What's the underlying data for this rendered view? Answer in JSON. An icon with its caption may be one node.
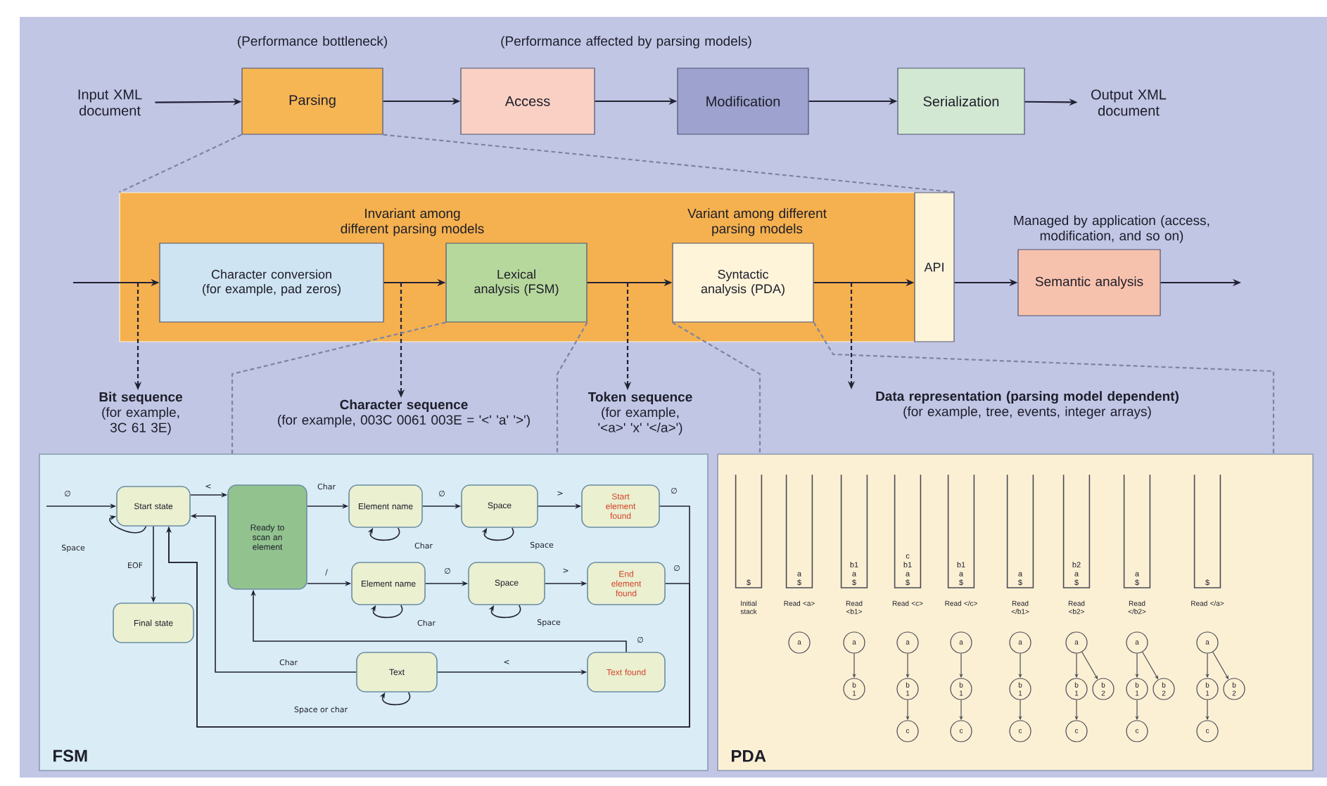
{
  "diagram": {
    "nodes": [
      {
        "text": [
          "Input XML document"
        ]
      },
      {
        "text": [
          "Parsing"
        ],
        "beside": [
          "(Performance bottleneck)"
        ]
      },
      {
        "text": [
          "Access"
        ],
        "beside": [
          "(Performance affected by parsing models)"
        ]
      },
      {
        "text": [
          "Modification"
        ]
      },
      {
        "text": [
          "Serialization"
        ]
      },
      {
        "text": [
          "Output XML document"
        ]
      },
      {
        "text": [
          "Invariant among different parsing models",
          "Variant among different parsing models"
        ]
      },
      {
        "text": [
          "Character conversion (for example, pad zeros)"
        ],
        "in": 6
      },
      {
        "text": [
          "Lexical analysis (FSM)"
        ],
        "in": 6
      },
      {
        "text": [
          "Syntactic analysis (PDA)"
        ],
        "in": 6
      },
      {
        "text": [
          "API"
        ],
        "in": 6
      },
      {
        "text": [
          "Semantic analysis"
        ],
        "beside": [
          "Managed by application (access, modification, and so on)"
        ]
      },
      {
        "text": [
          "Bit sequence",
          "(for example, 3C 61 3E)"
        ]
      },
      {
        "text": [
          "Character sequence",
          "(for example, 003C 0061 003E = '<' 'a' '>')"
        ]
      },
      {
        "text": [
          "Token sequence",
          "(for example, '<a>' 'x' '</a>')"
        ]
      },
      {
        "text": [
          "Data representation (parsing model dependent)",
          "(for example, tree, events, integer arrays)"
        ]
      },
      {
        "text": [
          "FSM"
        ]
      },
      {
        "text": [
          "Start state"
        ],
        "in": 16
      },
      {
        "text": [
          "Ready to scan an element"
        ],
        "in": 16
      },
      {
        "text": [
          "Element name"
        ],
        "in": 16
      },
      {
        "text": [
          "Space"
        ],
        "in": 16
      },
      {
        "text": [
          "Start element found"
        ],
        "in": 16
      },
      {
        "text": [
          "Element name"
        ],
        "in": 16
      },
      {
        "text": [
          "Space"
        ],
        "in": 16
      },
      {
        "text": [
          "End element found"
        ],
        "in": 16
      },
      {
        "text": [
          "Final state"
        ],
        "in": 16
      },
      {
        "text": [
          "Text"
        ],
        "in": 16
      },
      {
        "text": [
          "Text found"
        ],
        "in": 16
      },
      {
        "text": [
          "PDA"
        ]
      },
      {
        "text": [
          "$"
        ],
        "in": 28,
        "beside": [
          "Initial stack"
        ]
      },
      {
        "text": [
          "a",
          "$"
        ],
        "in": 28,
        "beside": [
          "Read <a>"
        ]
      },
      {
        "text": [
          "b1",
          "a",
          "$"
        ],
        "in": 28,
        "beside": [
          "Read <b1>"
        ]
      },
      {
        "text": [
          "c",
          "b1",
          "a",
          "$"
        ],
        "in": 28,
        "beside": [
          "Read <c>"
        ]
      },
      {
        "text": [
          "b1",
          "a",
          "$"
        ],
        "in": 28,
        "beside": [
          "Read </c>"
        ]
      },
      {
        "text": [
          "a",
          "$"
        ],
        "in": 28,
        "beside": [
          "Read </b1>"
        ]
      },
      {
        "text": [
          "b2",
          "a",
          "$"
        ],
        "in": 28,
        "beside": [
          "Read <b2>"
        ]
      },
      {
        "text": [
          "a",
          "$"
        ],
        "in": 28,
        "beside": [
          "Read </b2>"
        ]
      },
      {
        "text": [
          "$"
        ],
        "in": 28,
        "beside": [
          "Read </a>"
        ]
      },
      {
        "text": [
          "a"
        ],
        "in": 28
      },
      {
        "text": [
          "a"
        ],
        "in": 28
      },
      {
        "text": [
          "b 1"
        ],
        "in": 28
      },
      {
        "text": [
          "a"
        ],
        "in": 28
      },
      {
        "text": [
          "b 1"
        ],
        "in": 28
      },
      {
        "text": [
          "c"
        ],
        "in": 28
      },
      {
        "text": [
          "a"
        ],
        "in": 28
      },
      {
        "text": [
          "b 1"
        ],
        "in": 28
      },
      {
        "text": [
          "c"
        ],
        "in": 28
      },
      {
        "text": [
          "a"
        ],
        "in": 28
      },
      {
        "text": [
          "b 1"
        ],
        "in": 28
      },
      {
        "text": [
          "c"
        ],
        "in": 28
      },
      {
        "text": [
          "a"
        ],
        "in": 28
      },
      {
        "text": [
          "b 1"
        ],
        "in": 28
      },
      {
        "text": [
          "b 2"
        ],
        "in": 28
      },
      {
        "text": [
          "c"
        ],
        "in": 28
      },
      {
        "text": [
          "a"
        ],
        "in": 28
      },
      {
        "text": [
          "b 1"
        ],
        "in": 28
      },
      {
        "text": [
          "b 2"
        ],
        "in": 28
      },
      {
        "text": [
          "c"
        ],
        "in": 28
      },
      {
        "text": [
          "a"
        ],
        "in": 28
      },
      {
        "text": [
          "b 1"
        ],
        "in": 28
      },
      {
        "text": [
          "b 2"
        ],
        "in": 28
      },
      {
        "text": [
          "c"
        ],
        "in": 28
      }
    ],
    "edges": [
      {
        "from": 0,
        "to": 1,
        "arrow": "to"
      },
      {
        "from": 1,
        "to": 2,
        "arrow": "to"
      },
      {
        "from": 2,
        "to": 3,
        "arrow": "to"
      },
      {
        "from": 3,
        "to": 4,
        "arrow": "to"
      },
      {
        "from": 4,
        "to": 5,
        "arrow": "to"
      },
      {
        "from": null,
        "to": 7,
        "arrow": "to"
      },
      {
        "from": 7,
        "to": 8,
        "arrow": "to"
      },
      {
        "from": 8,
        "to": 9,
        "arrow": "to"
      },
      {
        "from": 9,
        "to": 10,
        "arrow": "to"
      },
      {
        "from": 10,
        "to": 11,
        "arrow": "to"
      },
      {
        "from": 11,
        "to": null,
        "arrow": "to"
      },
      {
        "from": null,
        "to": 12,
        "arrow": "to",
        "style": "dashed"
      },
      {
        "from": null,
        "to": 13,
        "arrow": "to",
        "style": "dashed"
      },
      {
        "from": null,
        "to": 14,
        "arrow": "to",
        "style": "dashed"
      },
      {
        "from": null,
        "to": 15,
        "arrow": "to",
        "style": "dashed"
      },
      {
        "from": 1,
        "to": 6,
        "arrow": "none",
        "style": "dashed",
        "color": "#7c84a6"
      },
      {
        "from": 1,
        "to": 6,
        "arrow": "none",
        "style": "dashed",
        "color": "#7c84a6"
      },
      {
        "from": 8,
        "to": 16,
        "arrow": "none",
        "style": "dashed",
        "color": "#7c84a6"
      },
      {
        "from": 8,
        "to": 16,
        "arrow": "none",
        "style": "dashed",
        "color": "#7c84a6"
      },
      {
        "from": 9,
        "to": 28,
        "arrow": "none",
        "style": "dashed",
        "color": "#7c84a6"
      },
      {
        "from": 9,
        "to": 28,
        "arrow": "none",
        "style": "dashed",
        "color": "#7c84a6"
      },
      {
        "from": null,
        "to": 17,
        "arrow": "to",
        "label": "∅"
      },
      {
        "from": 17,
        "to": 17,
        "arrow": "to",
        "label": "Space"
      },
      {
        "from": 17,
        "to": 18,
        "arrow": "to",
        "label": "<"
      },
      {
        "from": 17,
        "to": 25,
        "arrow": "to",
        "label": "EOF"
      },
      {
        "from": 18,
        "to": 19,
        "arrow": "to",
        "label": "Char"
      },
      {
        "from": 18,
        "to": 22,
        "arrow": "to",
        "label": "/"
      },
      {
        "from": 19,
        "to": 19,
        "arrow": "to",
        "label": "Char"
      },
      {
        "from": 19,
        "to": 20,
        "arrow": "to",
        "label": "∅"
      },
      {
        "from": 20,
        "to": 20,
        "arrow": "to",
        "label": "Space"
      },
      {
        "from": 20,
        "to": 21,
        "arrow": "to",
        "label": ">"
      },
      {
        "from": 21,
        "to": 17,
        "arrow": "to",
        "label": "∅"
      },
      {
        "from": 22,
        "to": 22,
        "arrow": "to",
        "label": "Char"
      },
      {
        "from": 22,
        "to": 23,
        "arrow": "to",
        "label": "∅"
      },
      {
        "from": 23,
        "to": 23,
        "arrow": "to",
        "label": "Space"
      },
      {
        "from": 23,
        "to": 24,
        "arrow": "to",
        "label": ">"
      },
      {
        "from": 24,
        "to": 17,
        "arrow": "to",
        "label": "∅"
      },
      {
        "from": 26,
        "to": 26,
        "arrow": "to",
        "label": "Space or char"
      },
      {
        "from": 26,
        "to": 27,
        "arrow": "to",
        "label": "<"
      },
      {
        "from": 26,
        "to": 17,
        "arrow": "to",
        "label": "Char"
      },
      {
        "from": 27,
        "to": 18,
        "arrow": "to",
        "label": "∅"
      },
      {
        "from": 39,
        "to": 40,
        "arrow": "to"
      },
      {
        "from": 41,
        "to": 42,
        "arrow": "to"
      },
      {
        "from": 42,
        "to": 43,
        "arrow": "to"
      },
      {
        "from": 44,
        "to": 45,
        "arrow": "to"
      },
      {
        "from": 45,
        "to": 46,
        "arrow": "to"
      },
      {
        "from": 47,
        "to": 48,
        "arrow": "to"
      },
      {
        "from": 48,
        "to": 49,
        "arrow": "to"
      },
      {
        "from": 50,
        "to": 51,
        "arrow": "to"
      },
      {
        "from": 51,
        "to": 53,
        "arrow": "to"
      },
      {
        "from": 50,
        "to": 52,
        "arrow": "to"
      },
      {
        "from": 54,
        "to": 55,
        "arrow": "to"
      },
      {
        "from": 55,
        "to": 57,
        "arrow": "to"
      },
      {
        "from": 54,
        "to": 56,
        "arrow": "to"
      },
      {
        "from": 58,
        "to": 59,
        "arrow": "to"
      },
      {
        "from": 59,
        "to": 61,
        "arrow": "to"
      },
      {
        "from": 58,
        "to": 60,
        "arrow": "to"
      }
    ]
  }
}
